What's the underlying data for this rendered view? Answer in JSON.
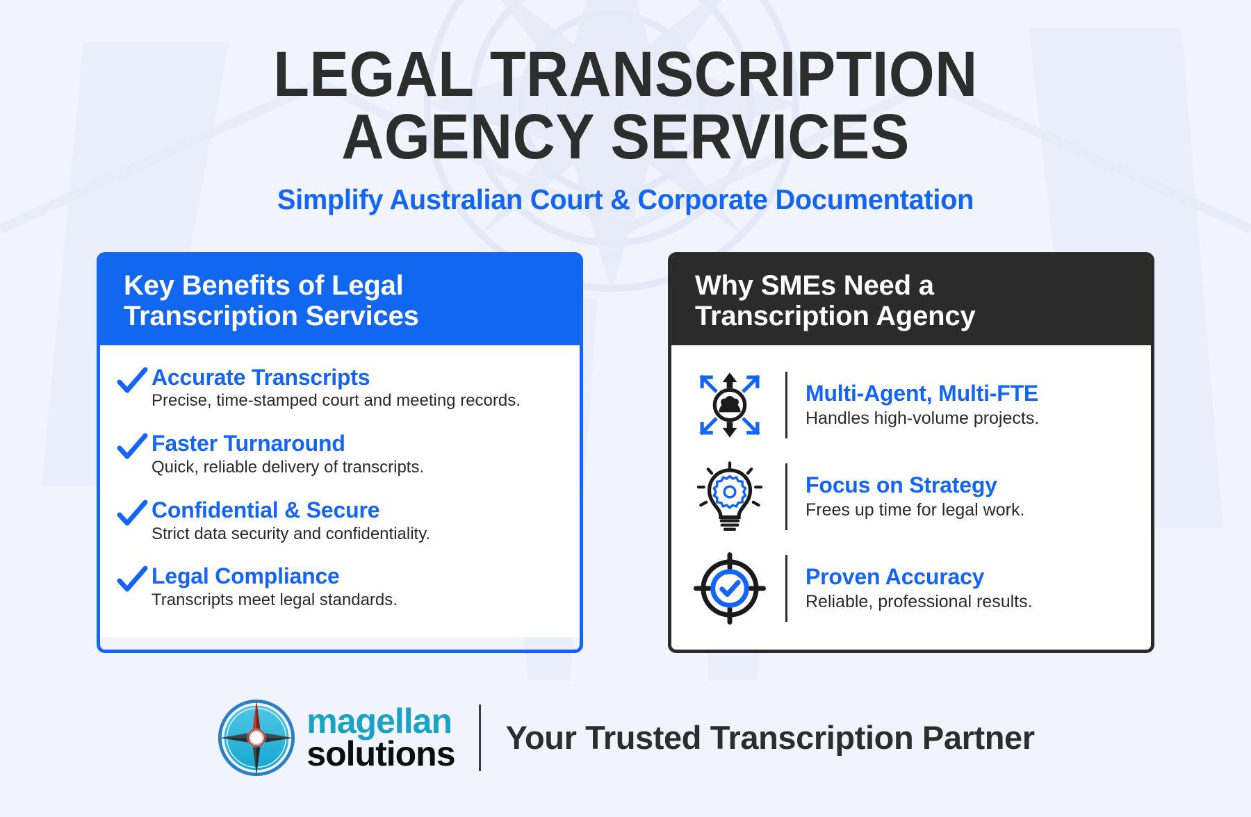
{
  "header": {
    "title_line1": "LEGAL TRANSCRIPTION",
    "title_line2": "AGENCY SERVICES",
    "subtitle": "Simplify Australian Court & Corporate Documentation"
  },
  "colors": {
    "background": "#f1f4fc",
    "accent_blue": "#1565f5",
    "header_blue": "#1267f0",
    "dark": "#2b2b2b",
    "title_gray": "#2d2d2d",
    "logo_cyan": "#1ba3c6",
    "body_text": "#2a2a2a"
  },
  "left_card": {
    "heading": "Key Benefits of Legal Transcription Services",
    "heading_line1": "Key Benefits of Legal",
    "heading_line2": "Transcription Services",
    "items": [
      {
        "icon": "check-icon",
        "title": "Accurate Transcripts",
        "desc": "Precise, time-stamped court and meeting records."
      },
      {
        "icon": "check-icon",
        "title": "Faster Turnaround",
        "desc": "Quick, reliable delivery of transcripts."
      },
      {
        "icon": "check-icon",
        "title": "Confidential & Secure",
        "desc": "Strict data security and confidentiality."
      },
      {
        "icon": "check-icon",
        "title": "Legal Compliance",
        "desc": "Transcripts meet legal standards."
      }
    ]
  },
  "right_card": {
    "heading": "Why SMEs Need a Transcription Agency",
    "heading_line1": "Why SMEs Need a",
    "heading_line2": "Transcription Agency",
    "items": [
      {
        "icon": "multi-agent-expand-icon",
        "title": "Multi-Agent, Multi-FTE",
        "desc": "Handles high-volume projects."
      },
      {
        "icon": "lightbulb-gear-icon",
        "title": "Focus on Strategy",
        "desc": "Frees up time for legal work."
      },
      {
        "icon": "target-check-icon",
        "title": "Proven Accuracy",
        "desc": "Reliable, professional results."
      }
    ]
  },
  "footer": {
    "logo_icon": "compass-rose-icon",
    "logo_word_line1": "magellan",
    "logo_word_line2": "solutions",
    "tagline": "Your Trusted Transcription Partner"
  }
}
